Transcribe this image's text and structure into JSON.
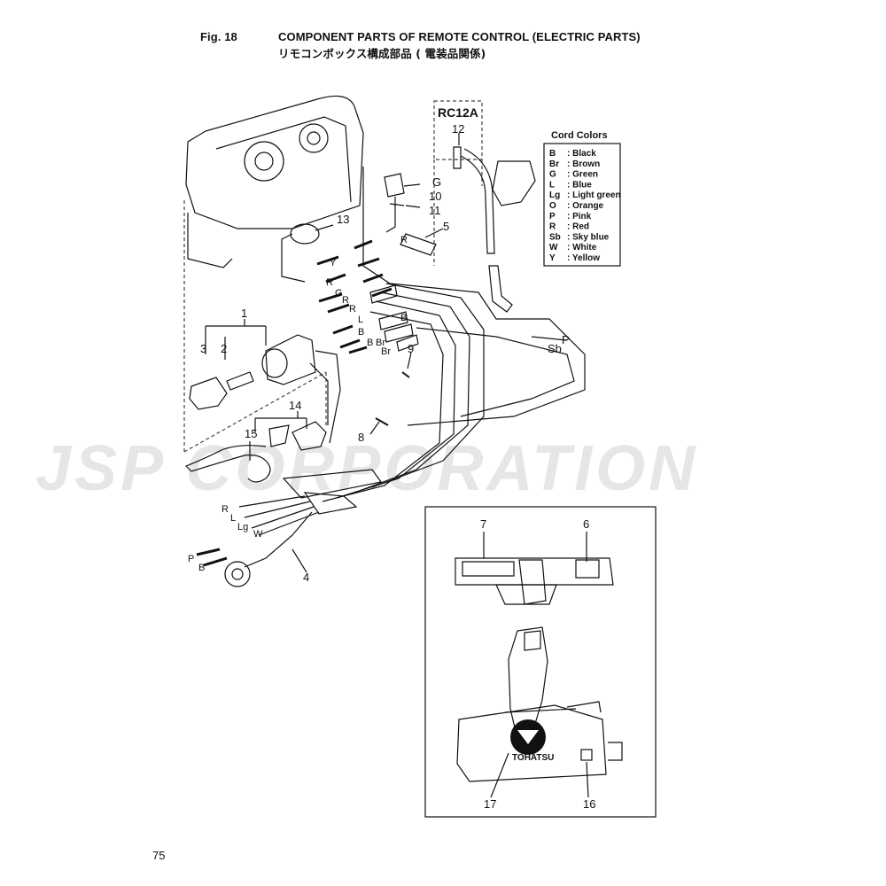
{
  "header": {
    "fig_label": "Fig. 18",
    "title_en": "COMPONENT PARTS OF REMOTE CONTROL (ELECTRIC PARTS)",
    "title_jp": "リモコンボックス構成部品 ( 電装品関係)"
  },
  "page_number": "75",
  "watermark": "JSP CORPORATION",
  "rc_box": {
    "label": "RC12A"
  },
  "legend": {
    "title": "Cord Colors",
    "entries": [
      {
        "code": "B",
        "name": ": Black"
      },
      {
        "code": "Br",
        "name": ": Brown"
      },
      {
        "code": "G",
        "name": ": Green"
      },
      {
        "code": "L",
        "name": ": Blue"
      },
      {
        "code": "Lg",
        "name": ": Light green"
      },
      {
        "code": "O",
        "name": ": Orange"
      },
      {
        "code": "P",
        "name": ": Pink"
      },
      {
        "code": "R",
        "name": ": Red"
      },
      {
        "code": "Sb",
        "name": ": Sky blue"
      },
      {
        "code": "W",
        "name": ": White"
      },
      {
        "code": "Y",
        "name": ": Yellow"
      }
    ]
  },
  "callouts": [
    "1",
    "2",
    "3",
    "4",
    "5",
    "6",
    "7",
    "8",
    "9",
    "10",
    "11",
    "12",
    "13",
    "14",
    "15",
    "16",
    "17"
  ],
  "wire_labels": [
    "G",
    "R",
    "Y",
    "R",
    "G",
    "R",
    "R",
    "L",
    "B",
    "B",
    "B",
    "Br",
    "Br",
    "P",
    "Sb",
    "R",
    "L",
    "Lg",
    "W",
    "P",
    "B"
  ],
  "logo_text": "TOHATSU",
  "colors": {
    "ink": "#111111",
    "watermark": "#e6e6e6",
    "dash": "#444444"
  }
}
